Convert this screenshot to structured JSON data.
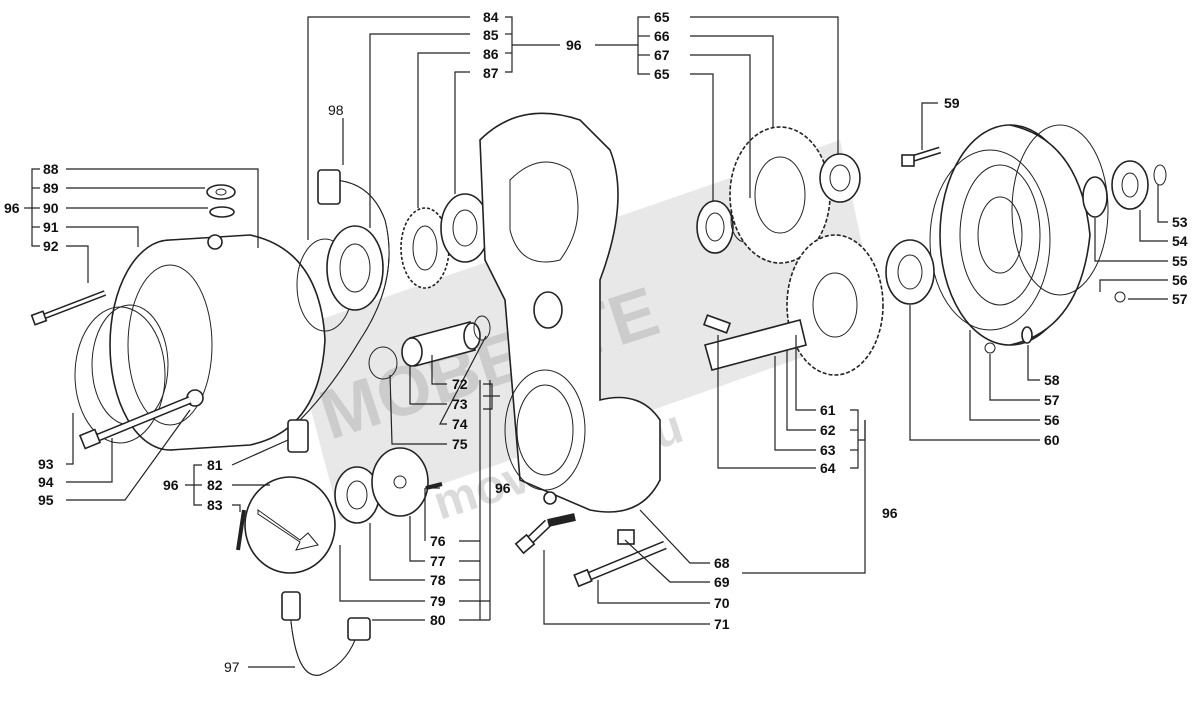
{
  "diagram": {
    "watermark_main": "МОВЕНТЕ",
    "watermark_sub": "movente.ru",
    "labels": {
      "n53": "53",
      "n54": "54",
      "n55": "55",
      "n56a": "56",
      "n57a": "57",
      "n58": "58",
      "n57b": "57",
      "n56b": "56",
      "n60": "60",
      "n59": "59",
      "n61": "61",
      "n62": "62",
      "n63": "63",
      "n64": "64",
      "n65a": "65",
      "n66": "66",
      "n67": "67",
      "n65b": "65",
      "n96top": "96",
      "n84": "84",
      "n85": "85",
      "n86": "86",
      "n87": "87",
      "n98": "98",
      "n88": "88",
      "n89": "89",
      "n90": "90",
      "n91": "91",
      "n92": "92",
      "n96left": "96",
      "n93": "93",
      "n94": "94",
      "n95": "95",
      "n72": "72",
      "n73": "73",
      "n74": "74",
      "n75": "75",
      "n81": "81",
      "n82": "82",
      "n83": "83",
      "n96mid": "96",
      "n96c": "96",
      "n76": "76",
      "n77": "77",
      "n78": "78",
      "n79": "79",
      "n80": "80",
      "n68": "68",
      "n69": "69",
      "n70": "70",
      "n71": "71",
      "n96right": "96",
      "n97": "97"
    }
  }
}
